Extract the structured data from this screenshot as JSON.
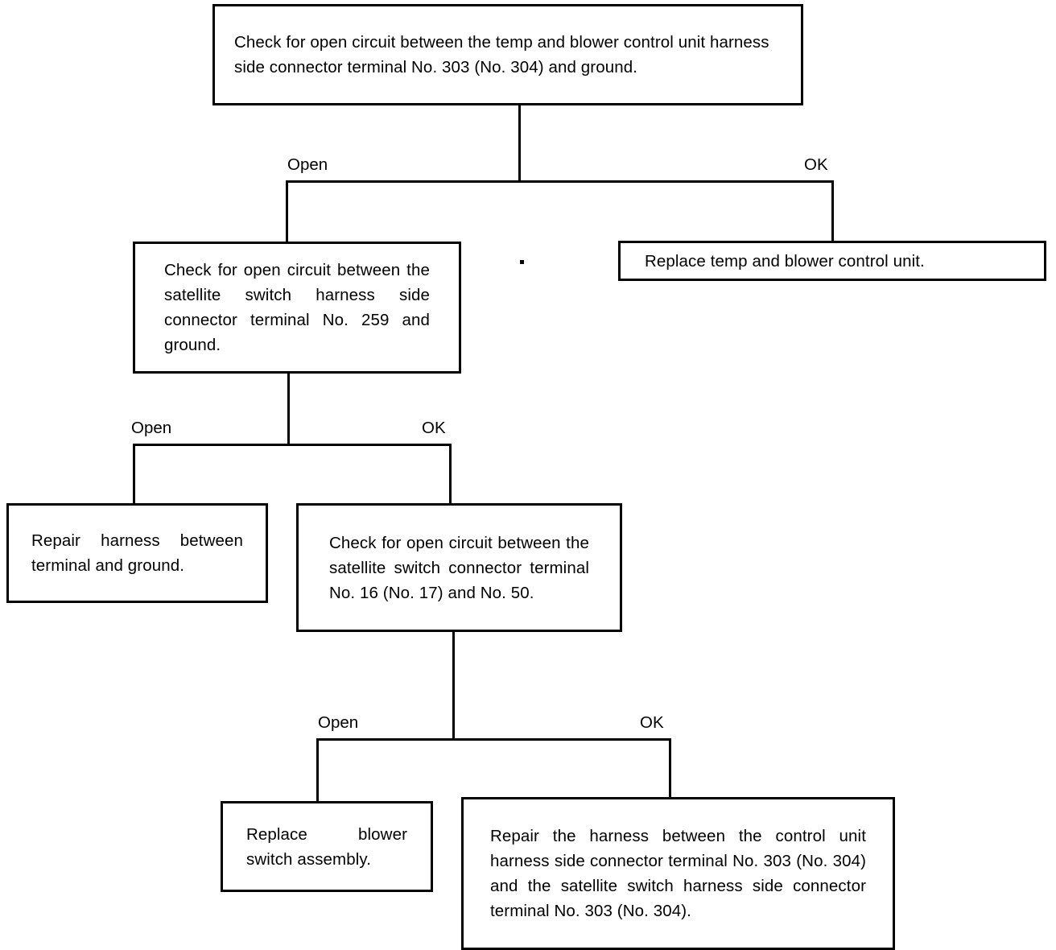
{
  "diagram": {
    "title": "Open circuit troubleshooting flowchart",
    "line_color": "#000000",
    "background_color": "#ffffff",
    "text_color": "#000000"
  },
  "nodes": {
    "check_control_unit": {
      "text": "Check for open circuit between the temp and blower control unit harness side connector terminal No. 303 (No. 304) and ground."
    },
    "replace_control_unit": {
      "text": "Replace temp and blower control unit."
    },
    "check_satellite_259": {
      "text": "Check for open circuit between the satellite switch harness side connector terminal No. 259 and ground."
    },
    "repair_terminal_ground": {
      "text": "Repair harness between terminal and ground."
    },
    "check_satellite_16": {
      "text": "Check for open circuit between the satellite switch connector terminal No. 16 (No. 17) and No. 50."
    },
    "replace_blower_switch": {
      "text": "Replace blower switch assembly."
    },
    "repair_harness_303": {
      "text": "Repair the harness between the control unit harness side connector terminal No. 303 (No. 304) and the satellite switch harness side connector terminal No. 303 (No. 304)."
    }
  },
  "edge_labels": {
    "branch1_open": "Open",
    "branch1_ok": "OK",
    "branch2_open": "Open",
    "branch2_ok": "OK",
    "branch3_open": "Open",
    "branch3_ok": "OK"
  }
}
